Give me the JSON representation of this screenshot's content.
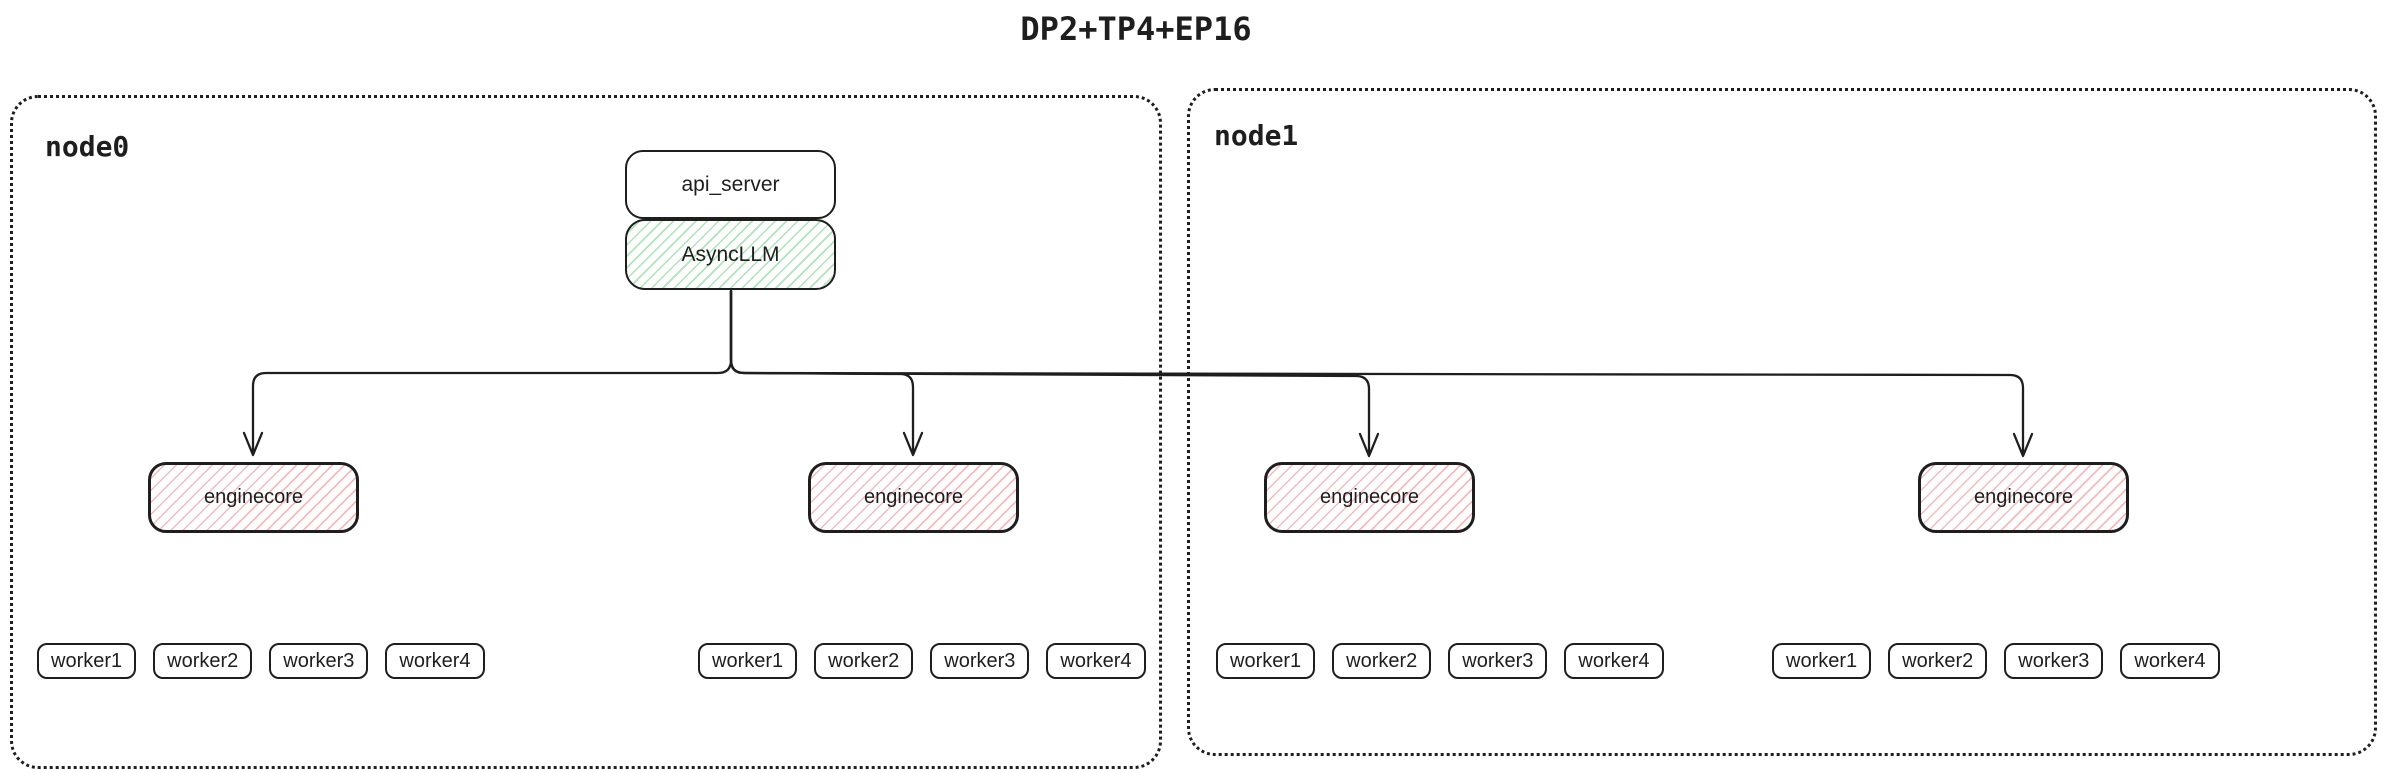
{
  "title": "DP2+TP4+EP16",
  "colors": {
    "stroke": "#1e1e1e",
    "background": "#ffffff",
    "asyncllm_fill": "#40c057",
    "enginecore_fill": "#e03131"
  },
  "api_server": {
    "label": "api_server"
  },
  "asyncllm": {
    "label": "AsyncLLM"
  },
  "nodes": [
    {
      "label": "node0",
      "enginecores": [
        {
          "label": "enginecore",
          "workers": [
            "worker1",
            "worker2",
            "worker3",
            "worker4"
          ]
        },
        {
          "label": "enginecore",
          "workers": [
            "worker1",
            "worker2",
            "worker3",
            "worker4"
          ]
        }
      ]
    },
    {
      "label": "node1",
      "enginecores": [
        {
          "label": "enginecore",
          "workers": [
            "worker1",
            "worker2",
            "worker3",
            "worker4"
          ]
        },
        {
          "label": "enginecore",
          "workers": [
            "worker1",
            "worker2",
            "worker3",
            "worker4"
          ]
        }
      ]
    }
  ],
  "connections": [
    {
      "from": "AsyncLLM",
      "to": "node0 enginecore 1"
    },
    {
      "from": "AsyncLLM",
      "to": "node0 enginecore 2"
    },
    {
      "from": "AsyncLLM",
      "to": "node1 enginecore 1"
    },
    {
      "from": "AsyncLLM",
      "to": "node1 enginecore 2"
    }
  ]
}
